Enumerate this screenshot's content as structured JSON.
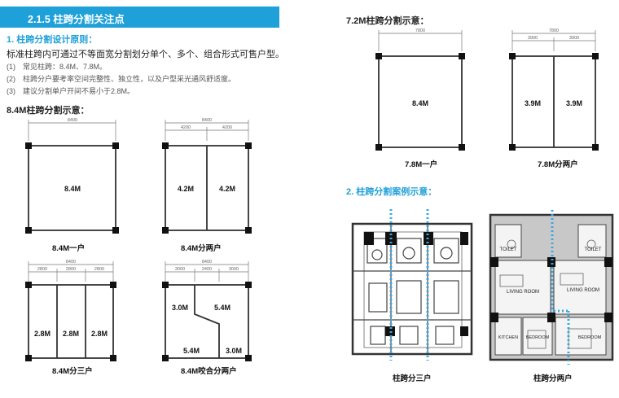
{
  "header": {
    "title": "2.1.5 柱跨分割关注点"
  },
  "left": {
    "design_heading": "1. 柱跨分割设计原则：",
    "intro": "标准柱跨内可通过不等面宽分割划分单个、多个、组合形式可售户型。",
    "items": [
      "(1)　常见柱跨：8.4M、7.8M。",
      "(2)　柱跨分户要考率空间完整性、独立性，以及户型采光通风舒适度。",
      "(3)　建议分割单户开间不易小于2.8M。"
    ],
    "subheading": "8.4M柱跨分割示意："
  },
  "right": {
    "subheading": "7.2M柱跨分割示意：",
    "case_heading": "2. 柱跨分割案例示意："
  },
  "diagrams": {
    "d1": {
      "total": "8400",
      "rooms": [
        "8.4M"
      ],
      "caption": "8.4M一户"
    },
    "d2": {
      "total": "8400",
      "dims": [
        "4200",
        "4200"
      ],
      "rooms": [
        "4.2M",
        "4.2M"
      ],
      "caption": "8.4M分两户"
    },
    "d3": {
      "total": "8400",
      "dims": [
        "2800",
        "2800",
        "2800"
      ],
      "rooms": [
        "2.8M",
        "2.8M",
        "2.8M"
      ],
      "caption": "8.4M分三户"
    },
    "d4": {
      "total": "8400",
      "dims": [
        "3000",
        "2400",
        "3000"
      ],
      "rooms": [
        "3.0M",
        "5.4M",
        "5.4M",
        "3.0M"
      ],
      "caption": "8.4M咬合分两户"
    },
    "d5": {
      "total": "7800",
      "rooms": [
        "8.4M"
      ],
      "caption": "7.8M一户"
    },
    "d6": {
      "total": "7800",
      "dims": [
        "3900",
        "3900"
      ],
      "rooms": [
        "3.9M",
        "3.9M"
      ],
      "caption": "7.8M分两户"
    }
  },
  "plans": {
    "plan1": {
      "caption": "柱跨分三户"
    },
    "plan2": {
      "caption": "柱跨分两户",
      "labels": [
        "TOILET",
        "TOILET",
        "LIVING ROOM",
        "LIVING ROOM",
        "KITCHEN",
        "BEDROOM",
        "BEDROOM"
      ]
    }
  },
  "colors": {
    "accent": "#1ea0d8",
    "dashed_axis": "#3aa8e0"
  }
}
